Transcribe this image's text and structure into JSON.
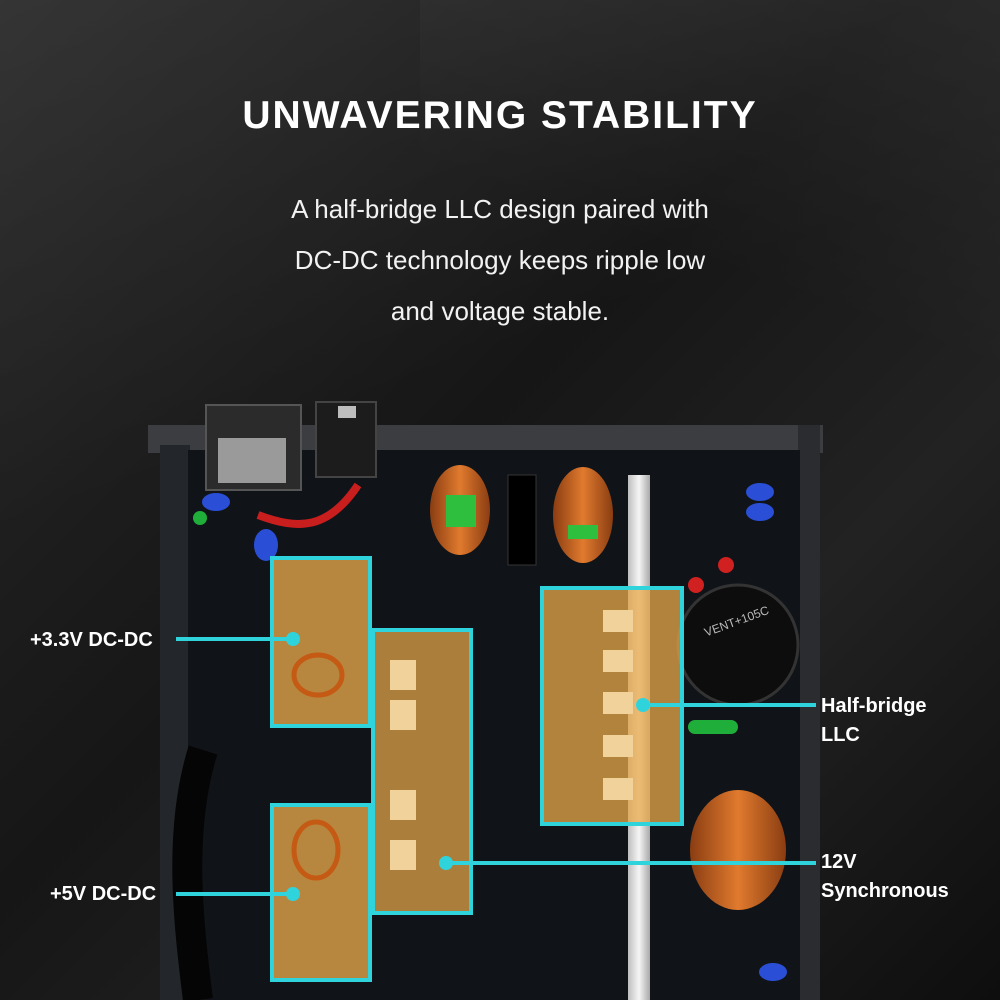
{
  "headline": "UNWAVERING STABILITY",
  "description": [
    "A half-bridge LLC design paired with",
    "DC-DC technology keeps ripple low",
    "and voltage stable."
  ],
  "callouts": {
    "v33": "+3.3V DC-DC",
    "v5": "+5V DC-DC",
    "llc_line1": "Half-bridge",
    "llc_line2": "LLC",
    "sync_line1": "12V",
    "sync_line2": "Synchronous"
  },
  "component_labels": {
    "capacitor_marking": "VENT+105C"
  },
  "colors": {
    "callout_line": "#2fd3dc",
    "highlight_fill": "#e8a84a",
    "pcb": "#101418"
  }
}
